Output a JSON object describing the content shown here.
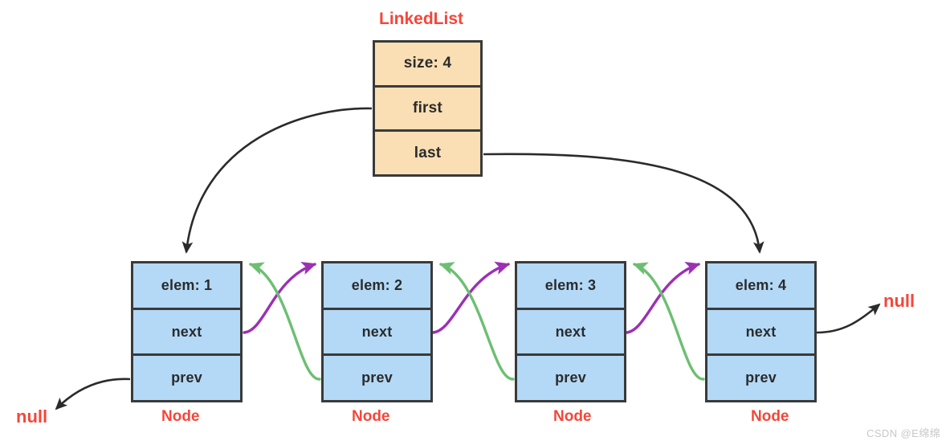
{
  "diagram": {
    "title": "LinkedList",
    "watermark": "CSDN @E绵绵",
    "colors": {
      "header_fill": "#fadfb4",
      "node_fill": "#b3d9f7",
      "stroke": "#3a3a3a",
      "label_red": "#f5463a",
      "next_arrow": "#9c30b5",
      "prev_arrow": "#6cbf72",
      "pointer_arrow": "#2b2b2b"
    }
  },
  "linkedlist": {
    "caption": "LinkedList",
    "fields": [
      {
        "name": "size",
        "label": "size: 4",
        "value": "4"
      },
      {
        "name": "first",
        "label": "first",
        "value": "Node(elem: 1)"
      },
      {
        "name": "last",
        "label": "last",
        "value": "Node(elem: 4)"
      }
    ]
  },
  "nodes": [
    {
      "caption": "Node",
      "elem_label": "elem: 1",
      "elem_value": "1",
      "next_label": "next",
      "prev_label": "prev",
      "next_target": "Node(elem: 2)",
      "prev_target": "null"
    },
    {
      "caption": "Node",
      "elem_label": "elem: 2",
      "elem_value": "2",
      "next_label": "next",
      "prev_label": "prev",
      "next_target": "Node(elem: 3)",
      "prev_target": "Node(elem: 1)"
    },
    {
      "caption": "Node",
      "elem_label": "elem: 3",
      "elem_value": "3",
      "next_label": "next",
      "prev_label": "prev",
      "next_target": "Node(elem: 4)",
      "prev_target": "Node(elem: 2)"
    },
    {
      "caption": "Node",
      "elem_label": "elem: 4",
      "elem_value": "4",
      "next_label": "next",
      "prev_label": "prev",
      "next_target": "null",
      "prev_target": "Node(elem: 3)"
    }
  ],
  "terminals": {
    "head_prev_null": "null",
    "tail_next_null": "null"
  }
}
